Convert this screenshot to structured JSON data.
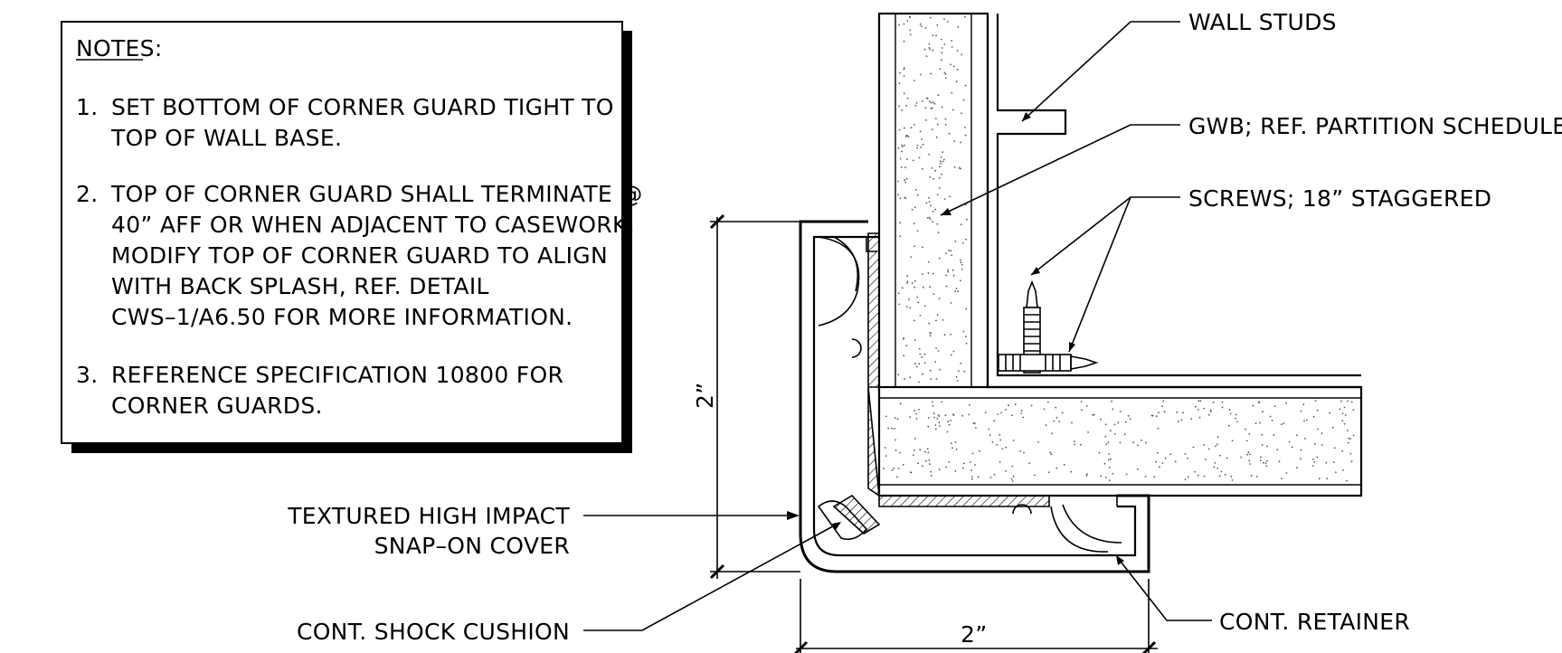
{
  "notes": {
    "heading": "NOTES:",
    "items": [
      {
        "num": "1.",
        "lines": [
          "SET BOTTOM OF CORNER GUARD TIGHT TO",
          "TOP OF WALL BASE."
        ]
      },
      {
        "num": "2.",
        "lines": [
          "TOP OF CORNER GUARD SHALL TERMINATE @",
          "40” AFF OR WHEN ADJACENT TO CASEWORK,",
          "MODIFY TOP OF CORNER GUARD TO ALIGN",
          "WITH BACK SPLASH, REF. DETAIL",
          "CWS–1/A6.50 FOR MORE INFORMATION."
        ]
      },
      {
        "num": "3.",
        "lines": [
          "REFERENCE SPECIFICATION 10800 FOR",
          "CORNER GUARDS."
        ]
      }
    ]
  },
  "labels": {
    "wall_studs": "WALL STUDS",
    "gwb": "GWB; REF. PARTITION SCHEDULE",
    "screws": "SCREWS; 18” STAGGERED",
    "cover_line1": "TEXTURED HIGH IMPACT",
    "cover_line2": "SNAP–ON COVER",
    "shock_cushion": "CONT. SHOCK CUSHION",
    "retainer": "CONT. RETAINER"
  },
  "dimensions": {
    "vertical": "2”",
    "horizontal": "2”"
  },
  "colors": {
    "line": "#000000",
    "background": "#ffffff",
    "shadow": "#000000"
  }
}
